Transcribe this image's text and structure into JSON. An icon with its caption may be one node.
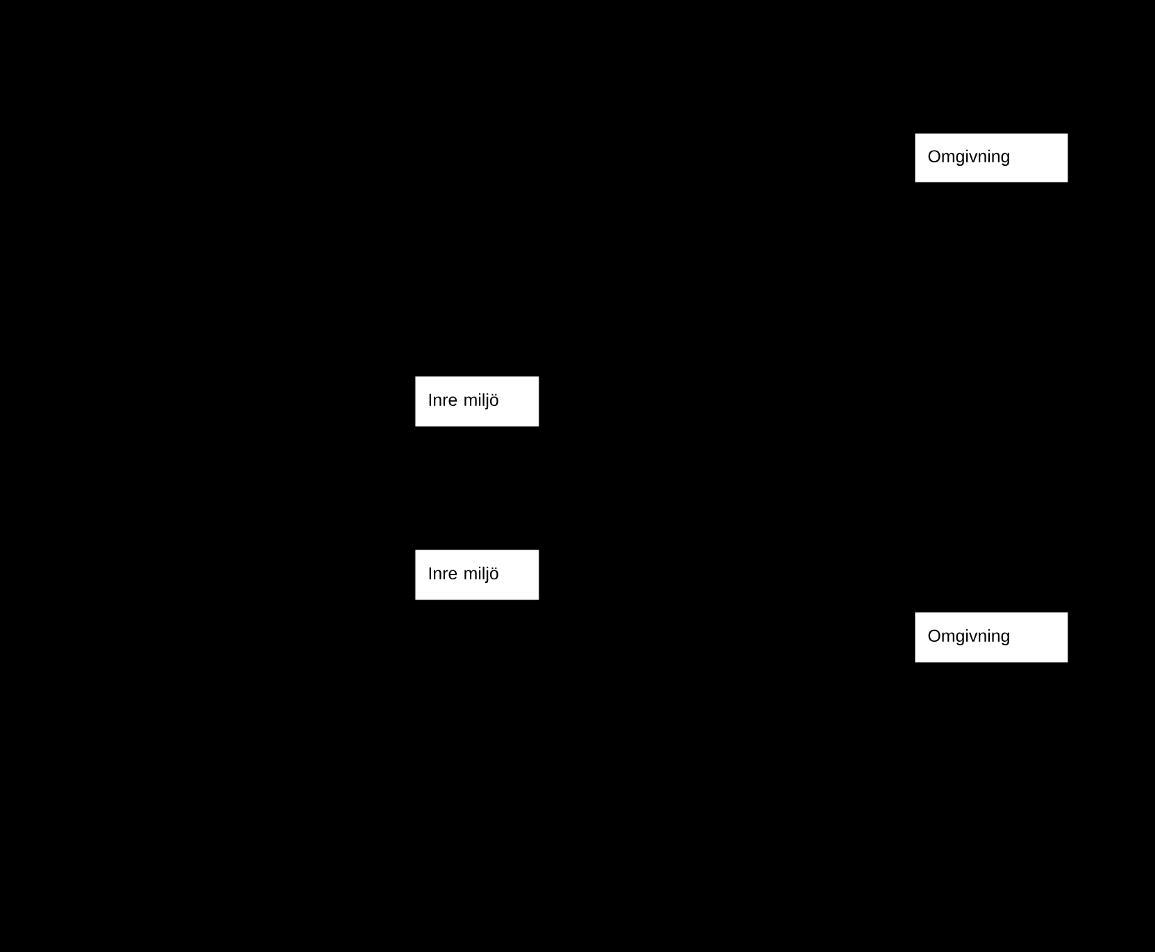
{
  "diagram": {
    "nodes": [
      {
        "text": [
          "Omgivning"
        ]
      },
      {
        "text": [
          "Inre miljö"
        ]
      },
      {
        "text": [
          "Inre miljö"
        ]
      },
      {
        "text": [
          "Omgivning"
        ]
      }
    ]
  }
}
